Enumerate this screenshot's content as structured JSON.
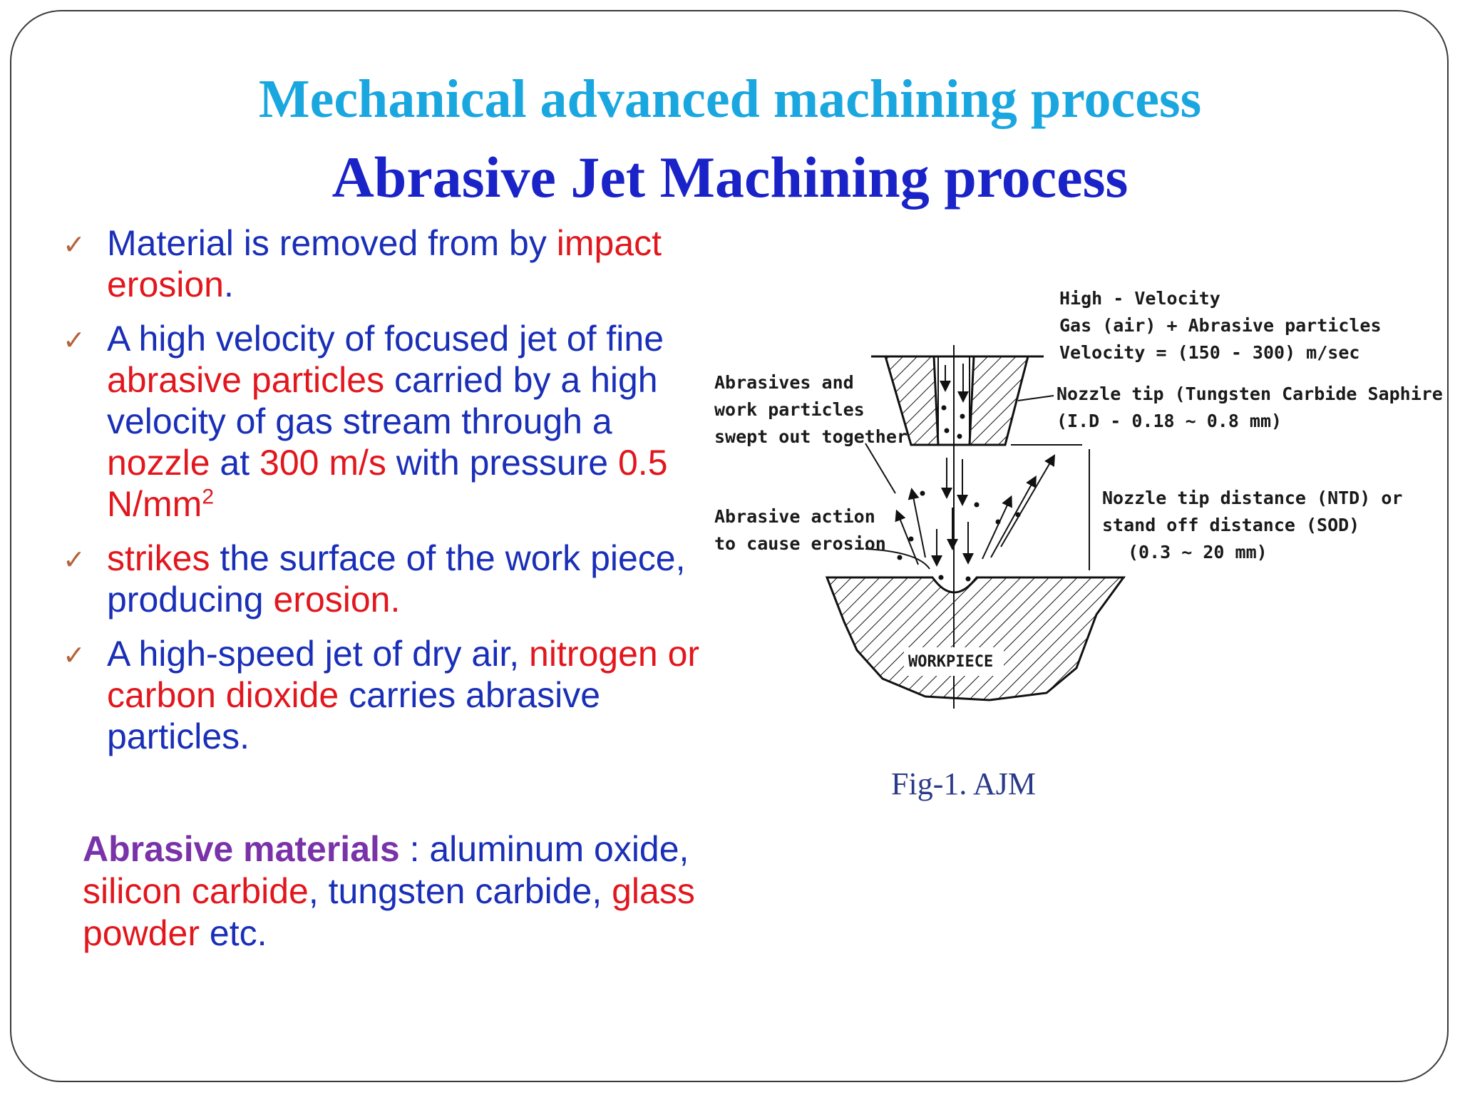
{
  "title": "Mechanical advanced machining process",
  "subtitle": "Abrasive Jet Machining process",
  "bullets": [
    {
      "t1": " Material is removed from  by ",
      "t2": "impact erosion",
      "t3": "."
    },
    {
      "t1": " A high velocity of  focused jet of fine ",
      "t2": "abrasive particles",
      "t3": " carried by a high velocity of gas stream through a ",
      "t4": "nozzle",
      "t5": "   at ",
      "t6": "300 m/s",
      "t7": " with pressure ",
      "t8": "0.5 N/mm",
      "t9": "2"
    },
    {
      "t1": "strikes",
      "t2": " the surface of the work piece, producing ",
      "t3": "erosion."
    },
    {
      "t1": "A high-speed jet of dry air, ",
      "t2": "nitrogen or carbon dioxide",
      "t3": " carries abrasive particles."
    }
  ],
  "abrasive": {
    "heading": "Abrasive materials",
    "t1": " : aluminum oxide, ",
    "t2": "silicon carbide",
    "t3": ", tungsten carbide,  ",
    "t4": "glass powder",
    "t5": " etc."
  },
  "figure": {
    "caption": "Fig-1. AJM",
    "label_gas_1": "High - Velocity",
    "label_gas_2": "Gas (air) + Abrasive particles",
    "label_gas_3": "Velocity = (150 - 300) m/sec",
    "label_abr_1": "Abrasives and",
    "label_abr_2": "work particles",
    "label_abr_3": "swept out together",
    "label_nozzle_1": "Nozzle tip (Tungsten Carbide Saphire",
    "label_nozzle_2": "(I.D - 0.18 ~ 0.8 mm)",
    "label_action_1": "Abrasive action",
    "label_action_2": "to cause erosion",
    "label_ntd_1": "Nozzle tip distance (NTD) or",
    "label_ntd_2": "stand off distance (SOD)",
    "label_ntd_3": "(0.3 ~ 20 mm)",
    "label_workpiece": "WORKPIECE"
  },
  "colors": {
    "title": "#1aa7e0",
    "subtitle": "#1a23c8",
    "body": "#1a2fb8",
    "highlight": "#e2171d",
    "heading": "#7a32a8",
    "check": "#b5633a"
  }
}
